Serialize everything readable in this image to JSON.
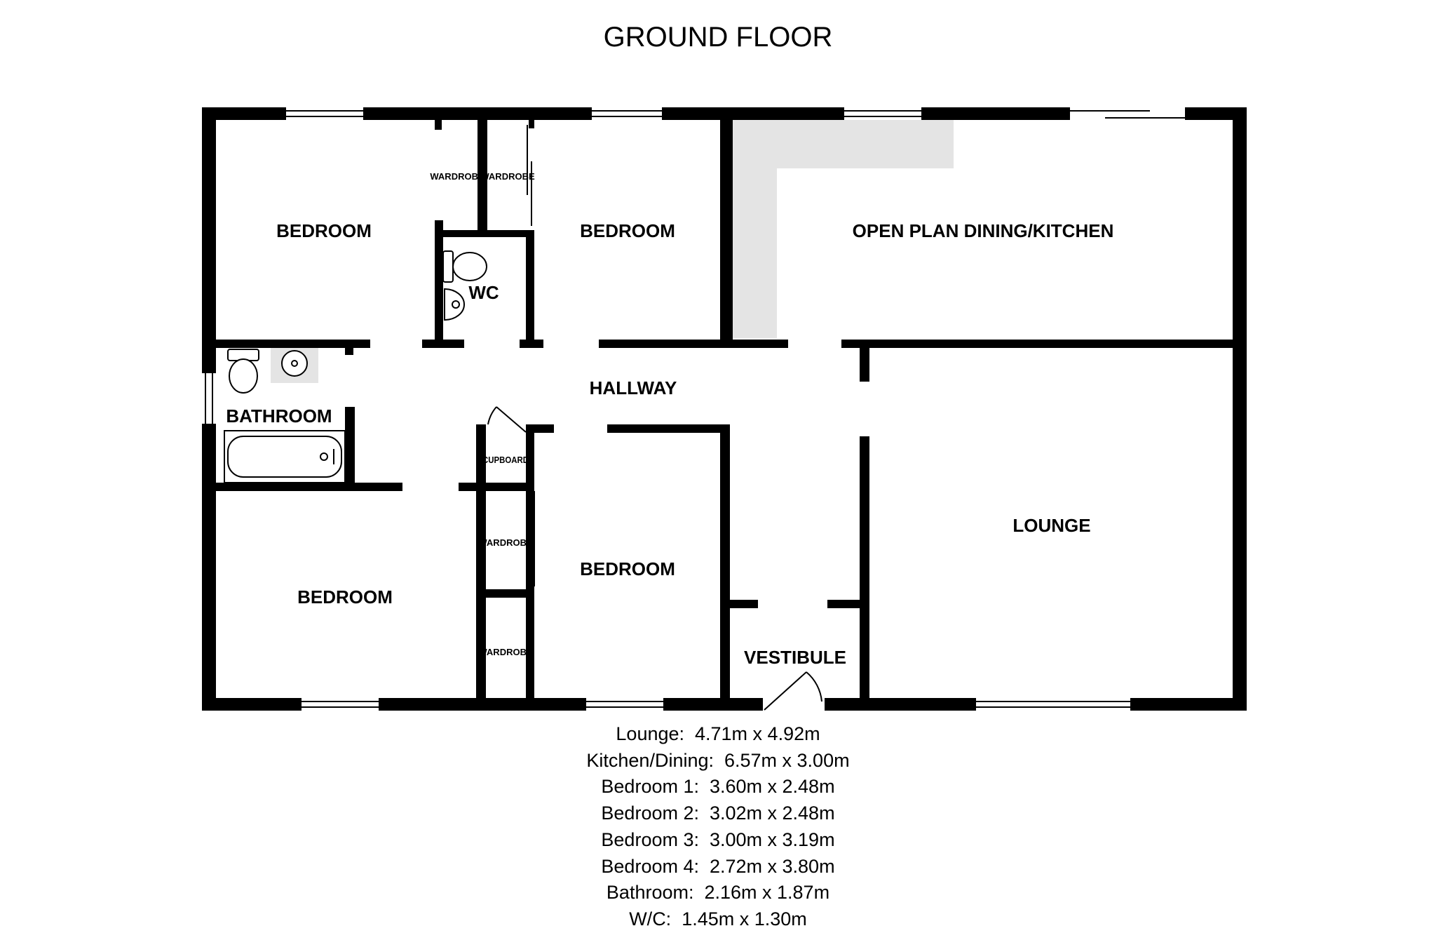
{
  "floor_title": "GROUND FLOOR",
  "rooms": {
    "bedroom_top_left": "BEDROOM",
    "bedroom_top_middle": "BEDROOM",
    "kitchen": "OPEN PLAN DINING/KITCHEN",
    "wc": "WC",
    "hallway": "HALLWAY",
    "bathroom": "BATHROOM",
    "lounge": "LOUNGE",
    "bedroom_bottom_left": "BEDROOM",
    "bedroom_bottom_middle": "BEDROOM",
    "vestibule": "VESTIBULE"
  },
  "storage": {
    "wardrobe_1": "WARDROBE",
    "wardrobe_2": "WARDROBE",
    "cupboard": "CUPBOARD",
    "wardrobe_3": "WARDROBE",
    "wardrobe_4": "WARDROBE"
  },
  "dimensions": [
    "Lounge:  4.71m x 4.92m",
    "Kitchen/Dining:  6.57m x 3.00m",
    "Bedroom 1:  3.60m x 2.48m",
    "Bedroom 2:  3.02m x 2.48m",
    "Bedroom 3:  3.00m x 3.19m",
    "Bedroom 4:  2.72m x 3.80m",
    "Bathroom:  2.16m x 1.87m",
    "W/C:  1.45m x 1.30m"
  ],
  "colors": {
    "wall": "#000000",
    "window": "#ffffff",
    "counter": "#e4e4e4",
    "background": "#ffffff"
  }
}
